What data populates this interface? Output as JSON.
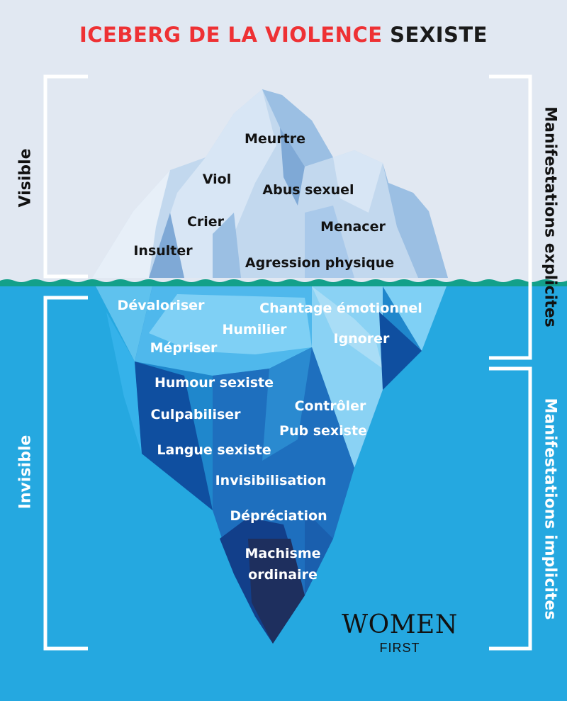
{
  "title": {
    "part1": "ICEBERG DE LA VIOLENCE",
    "part2": "SEXISTE"
  },
  "side_labels": {
    "visible": "Visible",
    "invisible": "Invisible",
    "explicit": "Manifestations explicites",
    "implicit": "Manifestations implicites"
  },
  "above_water": [
    "Meurtre",
    "Viol",
    "Abus sexuel",
    "Crier",
    "Menacer",
    "Insulter",
    "Agression physique"
  ],
  "below_water": [
    "Dévaloriser",
    "Chantage émotionnel",
    "Humilier",
    "Mépriser",
    "Ignorer",
    "Humour sexiste",
    "Culpabiliser",
    "Contrôler",
    "Pub sexiste",
    "Langue sexiste",
    "Invisibilisation",
    "Dépréciation",
    "Machisme ordinaire"
  ],
  "brand": {
    "name": "WOMEN",
    "sub": "FIRST"
  },
  "colors": {
    "title_red": "#ee3134",
    "sky": "#e1e8f2",
    "water": "#25a8e0",
    "waterline": "#13a08a",
    "bracket": "#ffffff"
  }
}
